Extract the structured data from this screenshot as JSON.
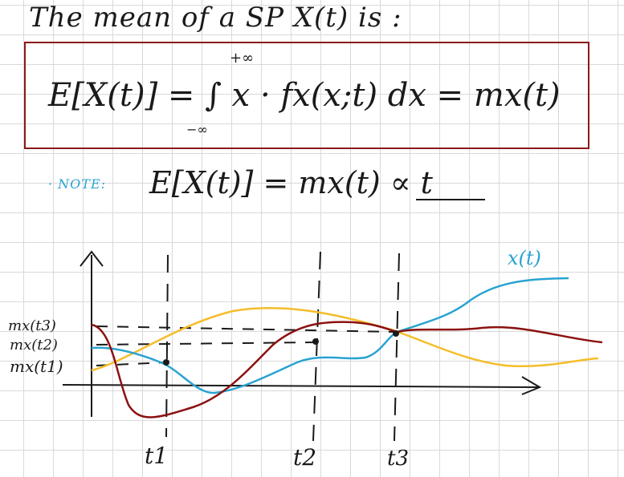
{
  "heading": "The mean of a SP X(t) is :",
  "formula": {
    "main": "E[X(t)] = ∫ x · fx(x;t) dx = mx(t)",
    "upper_limit": "+∞",
    "lower_limit": "−∞"
  },
  "note": {
    "label": "· NOTE:",
    "text": "E[X(t)] = mx(t) ∝ t"
  },
  "graph": {
    "y_labels": [
      "mx(t3)",
      "mx(t2)",
      "mx(t1)"
    ],
    "x_labels": [
      "t1",
      "t2",
      "t3"
    ],
    "curve_label": "x(t)",
    "colors": {
      "blue": "#29a3d1",
      "yellow": "#f5bd2b",
      "red": "#8b1111",
      "box": "#8b1a1a"
    }
  }
}
